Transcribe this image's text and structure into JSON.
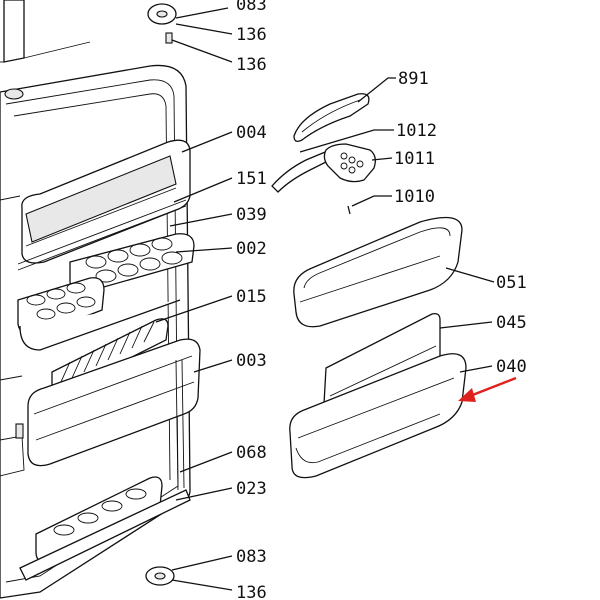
{
  "labels": {
    "top_083": "083",
    "top_136a": "136",
    "top_136b": "136",
    "p891": "891",
    "p1012": "1012",
    "p1011": "1011",
    "p1010": "1010",
    "p004": "004",
    "p151": "151",
    "p039": "039",
    "p002": "002",
    "p015": "015",
    "p003": "003",
    "p051": "051",
    "p045": "045",
    "p040": "040",
    "p068": "068",
    "p023": "023",
    "bot_083": "083",
    "bot_136": "136"
  },
  "colors": {
    "arrow": "#e0201b",
    "line": "#111111"
  }
}
